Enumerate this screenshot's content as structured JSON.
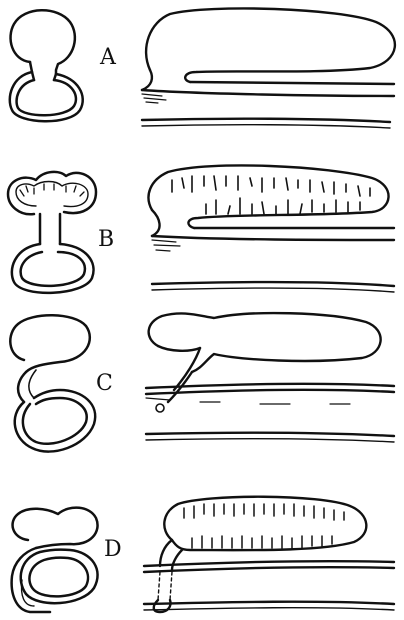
{
  "figure": {
    "ink_color": "#111111",
    "background": "#ffffff",
    "panels": [
      {
        "label": "A"
      },
      {
        "label": "B"
      },
      {
        "label": "C"
      },
      {
        "label": "D"
      }
    ]
  }
}
